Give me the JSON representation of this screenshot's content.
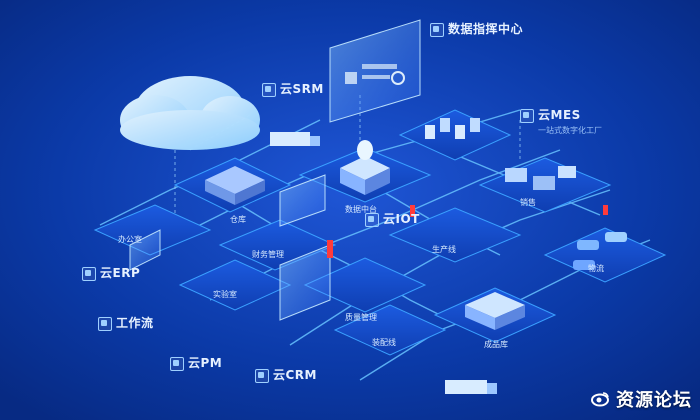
{
  "colors": {
    "background": "#0a2f96",
    "platform": "#1242b8",
    "glow": "#55b6ff",
    "accent_red": "#ff3b3b"
  },
  "labels": {
    "command_center": {
      "title": "数据指挥中心",
      "sub": ""
    },
    "srm": {
      "title": "云SRM",
      "sub": ""
    },
    "mes": {
      "title": "云MES",
      "sub": "一站式数字化工厂"
    },
    "iot": {
      "title": "云IOT",
      "sub": ""
    },
    "erp": {
      "title": "云ERP",
      "sub": ""
    },
    "workflow": {
      "title": "工作流",
      "sub": ""
    },
    "pm": {
      "title": "云PM",
      "sub": ""
    },
    "crm": {
      "title": "云CRM",
      "sub": ""
    }
  },
  "nodes": {
    "warehouse": "仓库",
    "data_center": "数据中台",
    "production_line": "生产线",
    "finance": "财务管理",
    "quality": "质量管理",
    "logistics": "物流",
    "finished": "成品库",
    "sales": "销售",
    "office": "办公室",
    "lab": "实验室",
    "assembly": "装配线"
  },
  "brand": {
    "text": "资源论坛"
  }
}
